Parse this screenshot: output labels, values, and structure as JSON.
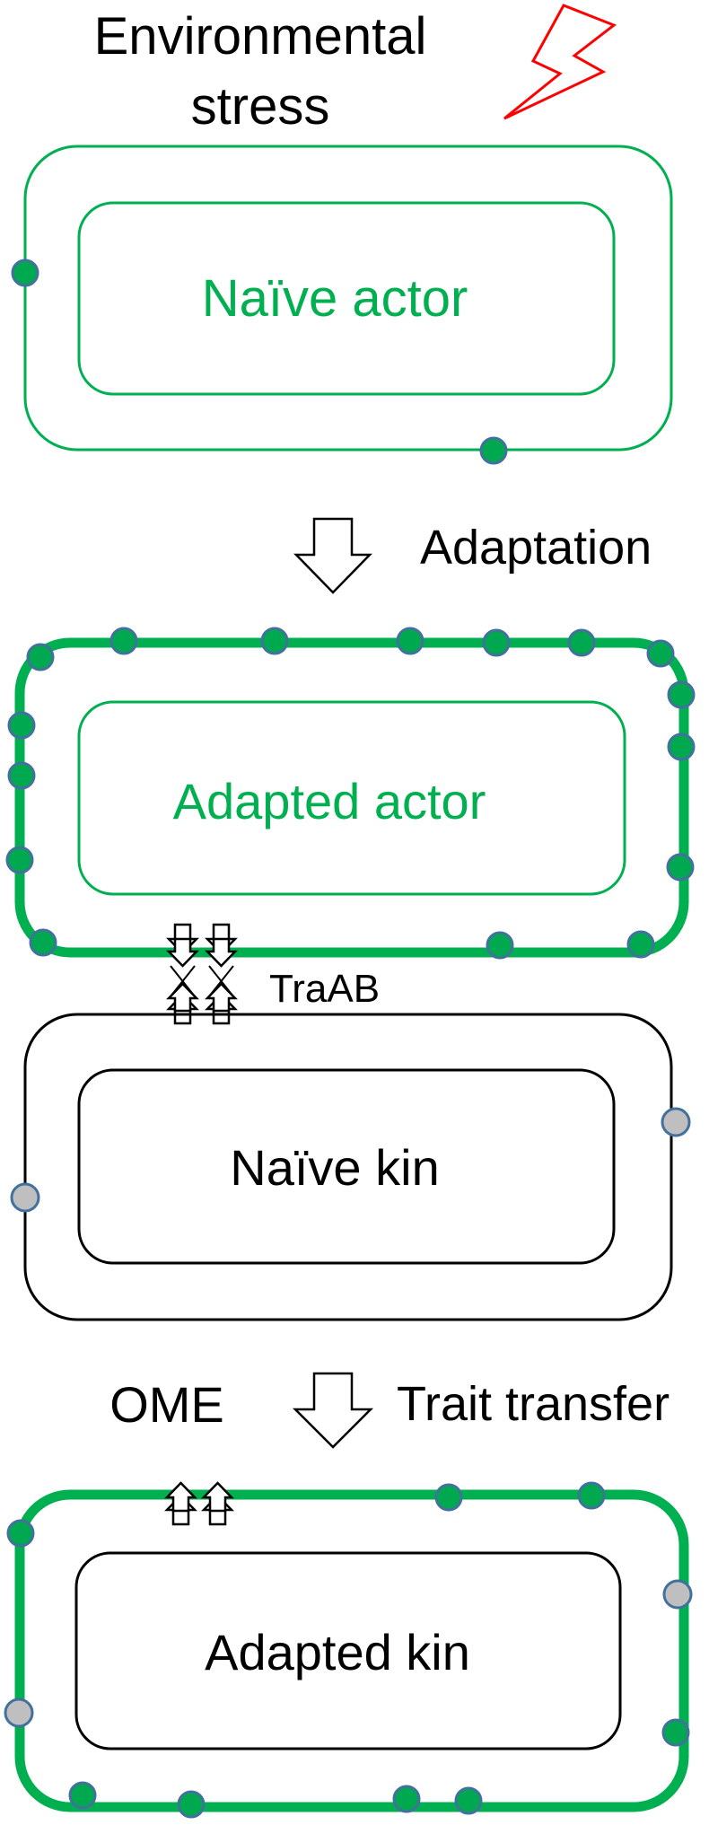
{
  "title": {
    "line1": "Environmental",
    "line2": "stress"
  },
  "naive_actor": {
    "label": "Naïve actor"
  },
  "adaptation": {
    "label": "Adaptation"
  },
  "adapted_actor": {
    "label": "Adapted actor"
  },
  "traab": {
    "label": "TraAB"
  },
  "naive_kin": {
    "label": "Naïve kin"
  },
  "ome": {
    "label": "OME"
  },
  "trait_transfer": {
    "label": "Trait transfer"
  },
  "adapted_kin": {
    "label": "Adapted kin"
  },
  "colors": {
    "green": "#00b050",
    "green_dot": "#00a84f",
    "dot_stroke": "#41719c",
    "grey_dot": "#bfbfbf",
    "black": "#000000",
    "lightning": "#ff0000"
  }
}
